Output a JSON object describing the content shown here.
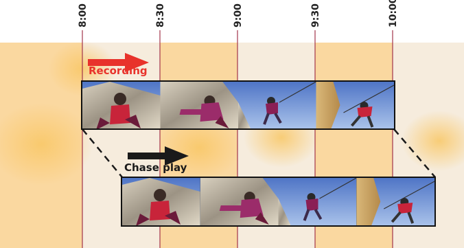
{
  "timeline": {
    "ticks": [
      {
        "label": "8:00"
      },
      {
        "label": "8:30"
      },
      {
        "label": "9:00"
      },
      {
        "label": "9:30"
      },
      {
        "label": "10:00"
      }
    ]
  },
  "recording": {
    "label": "Recording",
    "color": "#e8322b",
    "frames": [
      "climber-photo",
      "climber-photo",
      "climber-photo",
      "climber-photo"
    ]
  },
  "chase_play": {
    "label": "Chase play",
    "color": "#1a1a1a",
    "frames": [
      "climber-photo",
      "climber-photo",
      "climber-photo",
      "climber-photo"
    ]
  },
  "colors": {
    "band_light": "#f6ecdd",
    "band_dark": "#fad8a0",
    "glow": "#f9c765",
    "tick_line": "#a2344a",
    "sky": "#6d8fd2",
    "rock": "#c9bfa8",
    "jacket": "#c8243a"
  }
}
